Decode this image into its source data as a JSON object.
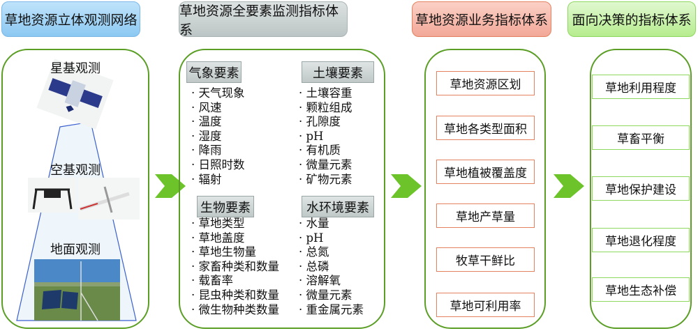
{
  "headers": [
    "草地资源立体观测网络",
    "草地资源全要素监测指标体系",
    "草地资源业务指标体系",
    "面向决策的指标体系"
  ],
  "observation": {
    "satellite": "星基观测",
    "air": "空基观测",
    "ground": "地面观测"
  },
  "monitoring": {
    "groups": [
      {
        "title": "气象要素",
        "items": [
          "天气现象",
          "风速",
          "温度",
          "湿度",
          "降雨",
          "日照时数",
          "辐射"
        ]
      },
      {
        "title": "土壤要素",
        "items": [
          "土壤容重",
          "颗粒组成",
          "孔隙度",
          "pH",
          "有机质",
          "微量元素",
          "矿物元素"
        ]
      },
      {
        "title": "生物要素",
        "items": [
          "草地类型",
          "草地盖度",
          "草地生物量",
          "家畜种类和数量",
          "载畜率",
          "昆虫种类和数量",
          "微生物种类数量"
        ]
      },
      {
        "title": "水环境要素",
        "items": [
          "水量",
          "pH",
          "总氮",
          "总磷",
          "溶解氧",
          "微量元素",
          "重金属元素"
        ]
      }
    ]
  },
  "business": [
    "草地资源区划",
    "草地各类型面积",
    "草地植被覆盖度",
    "草地产草量",
    "牧草干鲜比",
    "草地可利用率"
  ],
  "decision": [
    "草地利用程度",
    "草畜平衡",
    "草地保护建设",
    "草地退化程度",
    "草地生态补偿"
  ],
  "colors": {
    "panel_border": "#5a9e25",
    "arrow": "#6cc42a"
  }
}
